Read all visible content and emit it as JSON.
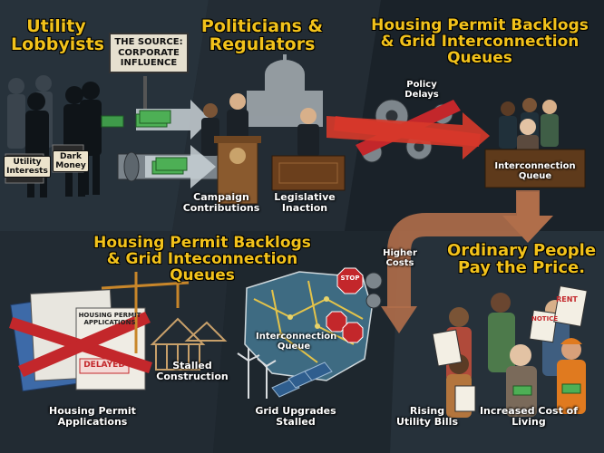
{
  "headings": {
    "utility_lobbyists": "Utility Lobbyists",
    "politicians_regulators": "Politicians & Regulators",
    "backlogs_top": "Housing Permit Backlogs & Grid Interconnection Queues",
    "backlogs_bottom": "Housing Permit Backlogs & Grid Inteconnection Queues",
    "ordinary_people": "Ordinary People Pay the Price."
  },
  "sign": {
    "line1": "THE SOURCE:",
    "line2": "CORPORATE INFLUENCE"
  },
  "labels": {
    "utility_interests": "Utility Interests",
    "dark_money": "Dark Money",
    "campaign_contributions": "Campaign Contributions",
    "legislative_inaction": "Legislative Inaction",
    "policy_delays": "Policy Delays",
    "interconnection_queue_top": "Interconnection Queue",
    "higher_costs": "Higher Costs",
    "stalled_construction": "Stalled Construction",
    "housing_permit_applications": "Housing Permit Applications",
    "interconnection_queue_map": "Interconnection Queue",
    "grid_upgrades_stalled": "Grid Upgrades Stalled",
    "rising_utility_bills": "Rising Utility Bills",
    "increased_cost_of_living": "Increased Cost of Living"
  },
  "documents": {
    "housing_permit_title": "HOUSING PERMIT APPLICATIONS",
    "delayed_stamp": "DELAYED",
    "rent": "RENT",
    "notice": "NOTICE",
    "stop": "STOP"
  },
  "colors": {
    "heading": "#f2c21b",
    "label": "#ffffff",
    "red_tape": "#c3272b",
    "cost_arrow": "#b06e4a"
  }
}
